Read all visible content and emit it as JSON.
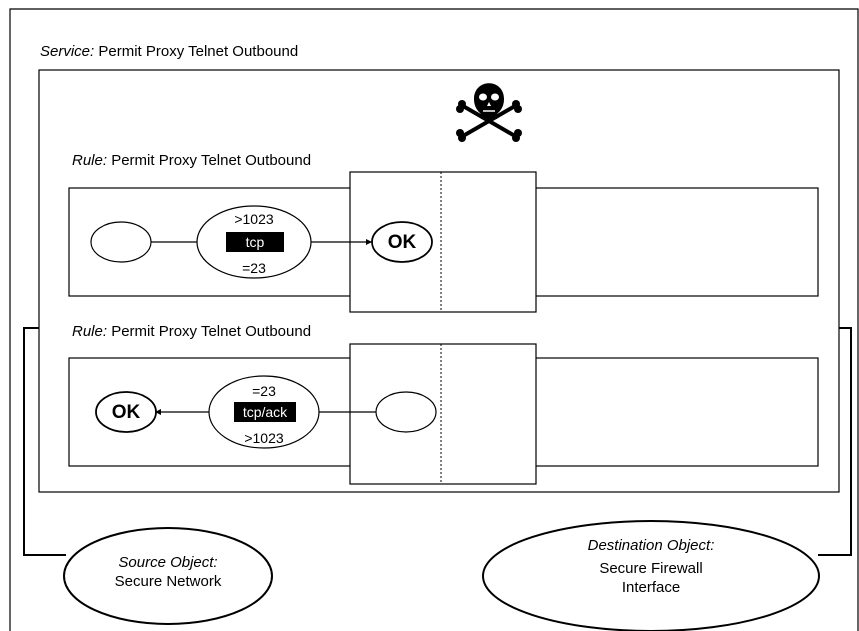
{
  "service": {
    "label_prefix": "Service:",
    "label_text": "Permit Proxy Telnet Outbound"
  },
  "rule1": {
    "label_prefix": "Rule:",
    "label_text": "Permit Proxy Telnet Outbound",
    "protocol": "tcp",
    "src_port": ">1023",
    "dst_port": "=23",
    "result": "OK"
  },
  "rule2": {
    "label_prefix": "Rule:",
    "label_text": "Permit Proxy Telnet Outbound",
    "protocol": "tcp/ack",
    "src_port": "=23",
    "dst_port": ">1023",
    "result": "OK"
  },
  "source_object": {
    "title": "Source Object:",
    "name": "Secure Network"
  },
  "destination_object": {
    "title": "Destination Object:",
    "name": "Secure Firewall Interface"
  },
  "icons": {
    "service_icon": "skull-crossbones-icon"
  }
}
